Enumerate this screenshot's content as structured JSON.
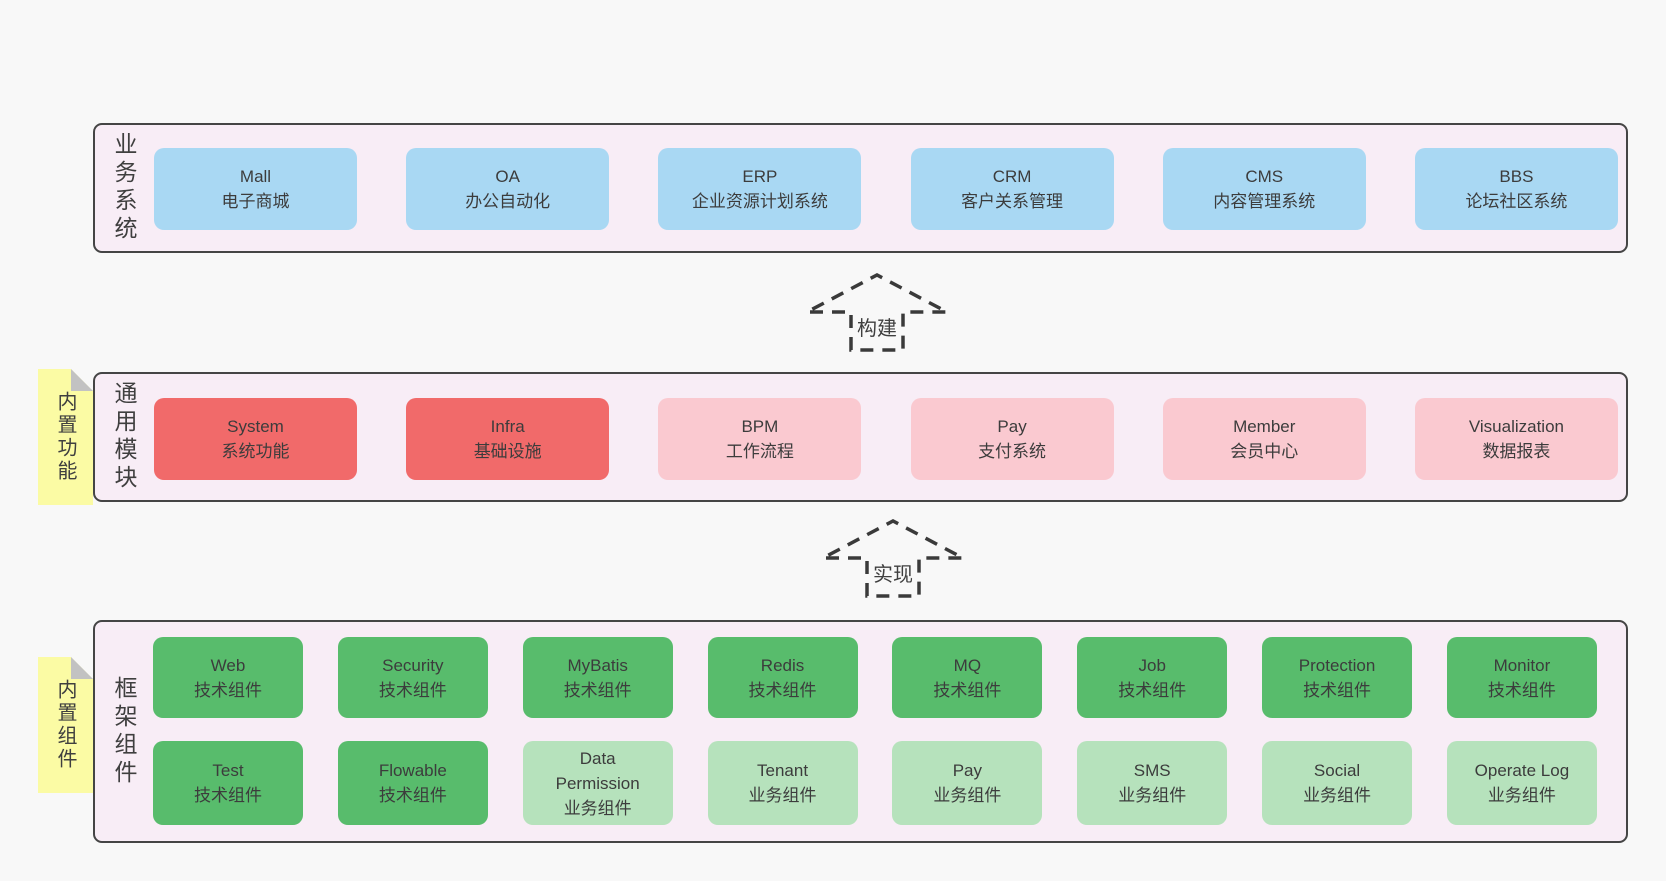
{
  "colors": {
    "page_bg": "#f8f8f8",
    "layer_bg": "#f8edf6",
    "layer_border": "#454545",
    "blue": "#a9d8f3",
    "red": "#f16a6a",
    "pink": "#fac9d0",
    "green_dark": "#58bc6c",
    "green_light": "#b6e2bc",
    "sticky_yellow": "#fbfba4",
    "sticky_fold": "#c2c2c2",
    "text": "#3c3c3c"
  },
  "layers": [
    {
      "id": "business-systems",
      "label": "业务系统",
      "rows": [
        [
          {
            "name": "Mall",
            "desc": "电子商城",
            "color": "blue"
          },
          {
            "name": "OA",
            "desc": "办公自动化",
            "color": "blue"
          },
          {
            "name": "ERP",
            "desc": "企业资源计划系统",
            "color": "blue"
          },
          {
            "name": "CRM",
            "desc": "客户关系管理",
            "color": "blue"
          },
          {
            "name": "CMS",
            "desc": "内容管理系统",
            "color": "blue"
          },
          {
            "name": "BBS",
            "desc": "论坛社区系统",
            "color": "blue"
          }
        ]
      ]
    },
    {
      "id": "common-modules",
      "label": "通用模块",
      "sticky": "内置功能",
      "rows": [
        [
          {
            "name": "System",
            "desc": "系统功能",
            "color": "red"
          },
          {
            "name": "Infra",
            "desc": "基础设施",
            "color": "red"
          },
          {
            "name": "BPM",
            "desc": "工作流程",
            "color": "pink"
          },
          {
            "name": "Pay",
            "desc": "支付系统",
            "color": "pink"
          },
          {
            "name": "Member",
            "desc": "会员中心",
            "color": "pink"
          },
          {
            "name": "Visualization",
            "desc": "数据报表",
            "color": "pink"
          }
        ]
      ]
    },
    {
      "id": "framework-components",
      "label": "框架组件",
      "sticky": "内置组件",
      "rows": [
        [
          {
            "name": "Web",
            "desc": "技术组件",
            "color": "green_dark"
          },
          {
            "name": "Security",
            "desc": "技术组件",
            "color": "green_dark"
          },
          {
            "name": "MyBatis",
            "desc": "技术组件",
            "color": "green_dark"
          },
          {
            "name": "Redis",
            "desc": "技术组件",
            "color": "green_dark"
          },
          {
            "name": "MQ",
            "desc": "技术组件",
            "color": "green_dark"
          },
          {
            "name": "Job",
            "desc": "技术组件",
            "color": "green_dark"
          },
          {
            "name": "Protection",
            "desc": "技术组件",
            "color": "green_dark"
          },
          {
            "name": "Monitor",
            "desc": "技术组件",
            "color": "green_dark"
          }
        ],
        [
          {
            "name": "Test",
            "desc": "技术组件",
            "color": "green_dark"
          },
          {
            "name": "Flowable",
            "desc": "技术组件",
            "color": "green_dark"
          },
          {
            "name": "Data Permission",
            "desc": "业务组件",
            "color": "green_light"
          },
          {
            "name": "Tenant",
            "desc": "业务组件",
            "color": "green_light"
          },
          {
            "name": "Pay",
            "desc": "业务组件",
            "color": "green_light"
          },
          {
            "name": "SMS",
            "desc": "业务组件",
            "color": "green_light"
          },
          {
            "name": "Social",
            "desc": "业务组件",
            "color": "green_light"
          },
          {
            "name": "Operate Log",
            "desc": "业务组件",
            "color": "green_light"
          }
        ]
      ]
    }
  ],
  "arrows": [
    {
      "label": "构建"
    },
    {
      "label": "实现"
    }
  ]
}
